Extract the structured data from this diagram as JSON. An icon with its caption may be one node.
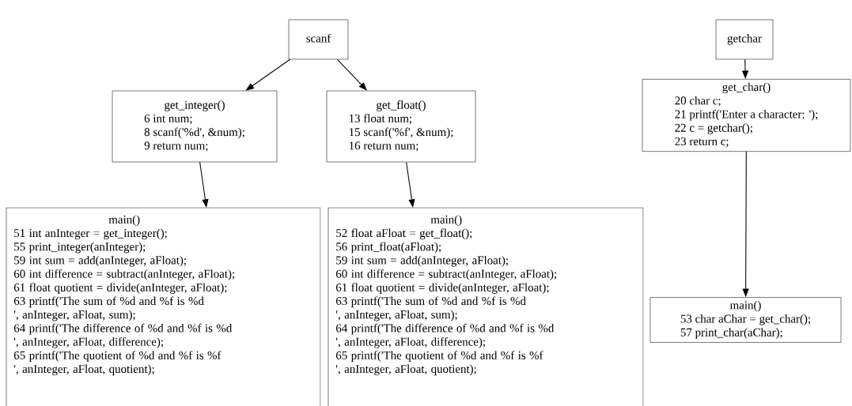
{
  "diagram": {
    "nodes": [
      {
        "text": [
          "scanf"
        ]
      },
      {
        "text": [
          "getchar"
        ]
      },
      {
        "text": [
          "get_integer()",
          "6 int num;",
          "8 scanf('%d', &num);",
          "9 return num;"
        ]
      },
      {
        "text": [
          "get_float()",
          "13 float num;",
          "15 scanf('%f', &num);",
          "16 return num;"
        ]
      },
      {
        "text": [
          "get_char()",
          "20 char c;",
          "21 printf('Enter a character: ');",
          "22 c = getchar();",
          "23 return c;"
        ]
      },
      {
        "text": [
          "main()",
          "51 int anInteger = get_integer();",
          "55 print_integer(anInteger);",
          "59 int sum = add(anInteger, aFloat);",
          "60 int difference = subtract(anInteger, aFloat);",
          "61 float quotient = divide(anInteger, aFloat);",
          "63 printf('The sum of %d and %f is %d",
          "', anInteger, aFloat, sum);",
          "64 printf('The difference of %d and %f is %d",
          "', anInteger, aFloat, difference);",
          "65 printf('The quotient of %d and %f is %f",
          "', anInteger, aFloat, quotient);"
        ]
      },
      {
        "text": [
          "main()",
          "52 float aFloat = get_float();",
          "56 print_float(aFloat);",
          "59 int sum = add(anInteger, aFloat);",
          "60 int difference = subtract(anInteger, aFloat);",
          "61 float quotient = divide(anInteger, aFloat);",
          "63 printf('The sum of %d and %f is %d",
          "', anInteger, aFloat, sum);",
          "64 printf('The difference of %d and %f is %d",
          "', anInteger, aFloat, difference);",
          "65 printf('The quotient of %d and %f is %f",
          "', anInteger, aFloat, quotient);"
        ]
      },
      {
        "text": [
          "main()",
          "53 char aChar = get_char();",
          "57 print_char(aChar);"
        ]
      }
    ],
    "edges": [
      {
        "from": 0,
        "to": 2,
        "arrow": "to"
      },
      {
        "from": 0,
        "to": 3,
        "arrow": "to"
      },
      {
        "from": 1,
        "to": 4,
        "arrow": "to"
      },
      {
        "from": 2,
        "to": 5,
        "arrow": "to"
      },
      {
        "from": 3,
        "to": 6,
        "arrow": "to"
      },
      {
        "from": 4,
        "to": 7,
        "arrow": "to"
      }
    ]
  }
}
